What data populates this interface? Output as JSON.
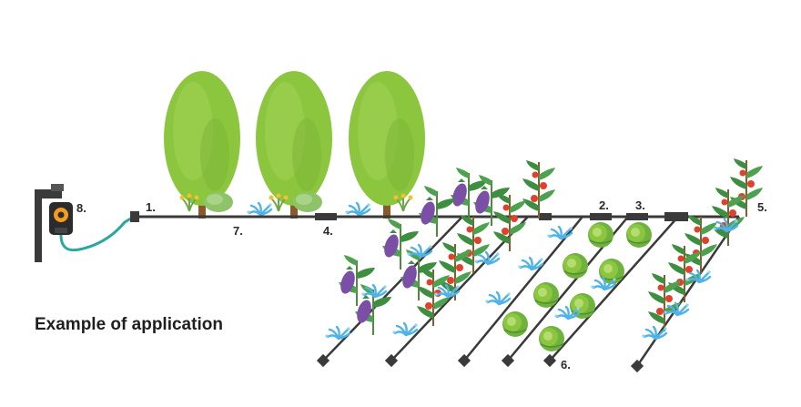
{
  "caption": "Example of application",
  "labels": {
    "n1": "1.",
    "n2": "2.",
    "n3": "3.",
    "n4": "4.",
    "n5": "5.",
    "n6": "6.",
    "n7": "7.",
    "n8": "8."
  },
  "colors": {
    "pipe": "#3a3a3a",
    "hose": "#2aa7a0",
    "tree": "#8cc63f",
    "trunk": "#8b5a2b",
    "water": "#4fb3e8",
    "eggplant": "#7b4fa6",
    "cabbage": "#7cbf4a",
    "tomato": "#e0412c",
    "timer": "#f39c1f"
  }
}
